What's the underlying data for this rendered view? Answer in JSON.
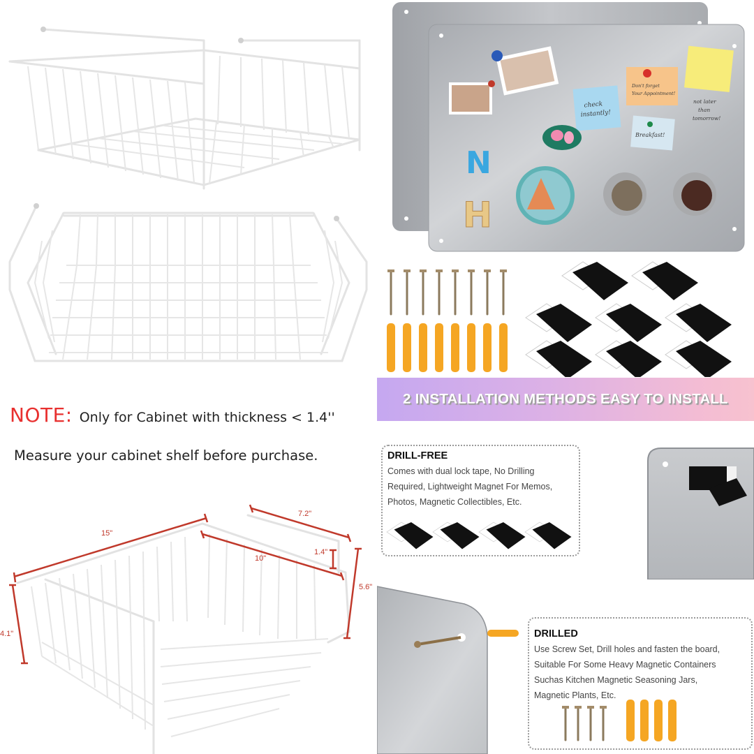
{
  "note": {
    "label": "NOTE:",
    "text": "Only for Cabinet with thickness < 1.4''",
    "measure": "Measure your cabinet shelf before purchase."
  },
  "dimensions": {
    "length": "15\"",
    "inner_length": "10\"",
    "arm_length": "7.2\"",
    "gap": "1.4\"",
    "height_back": "5.6\"",
    "height_front": "4.1\""
  },
  "boards": {
    "sticky_notes": [
      {
        "text_lines": [
          "check",
          "instantly!"
        ],
        "color": "#a9d8f0"
      },
      {
        "text_lines": [
          "Don't forget",
          "Your Appointment!"
        ],
        "color": "#f7c48a"
      },
      {
        "text_lines": [
          "not later",
          "than",
          "tomorrow!"
        ],
        "color": "#f7ec7a"
      },
      {
        "text_lines": [
          "Breakfast!"
        ],
        "color": "#d6e7f1"
      }
    ],
    "letter_magnets": [
      "N",
      "H"
    ]
  },
  "hardware": {
    "screw_count": 8,
    "anchor_count": 8,
    "tape_count": 8
  },
  "banner": {
    "text": "2 INSTALLATION METHODS EASY TO INSTALL"
  },
  "drill_free": {
    "title": "DRILL-FREE",
    "lines": [
      "Comes with dual lock tape, No Drilling",
      "Required, Lightweight Magnet For Memos,",
      "Photos, Magnetic Collectibles, Etc."
    ],
    "tape_count": 4
  },
  "drilled": {
    "title": "DRILLED",
    "lines": [
      "Use Screw Set, Drill holes and fasten the board,",
      "Suitable For Some Heavy Magnetic Containers",
      "Suchas Kitchen Magnetic Seasoning Jars,",
      "Magnetic Plants, Etc."
    ],
    "screw_count": 4,
    "anchor_count": 4
  },
  "colors": {
    "note_red": "#e8302f",
    "dimension_red": "#c0392b",
    "anchor_orange": "#f5a623",
    "steel": "#b9bcc0"
  }
}
